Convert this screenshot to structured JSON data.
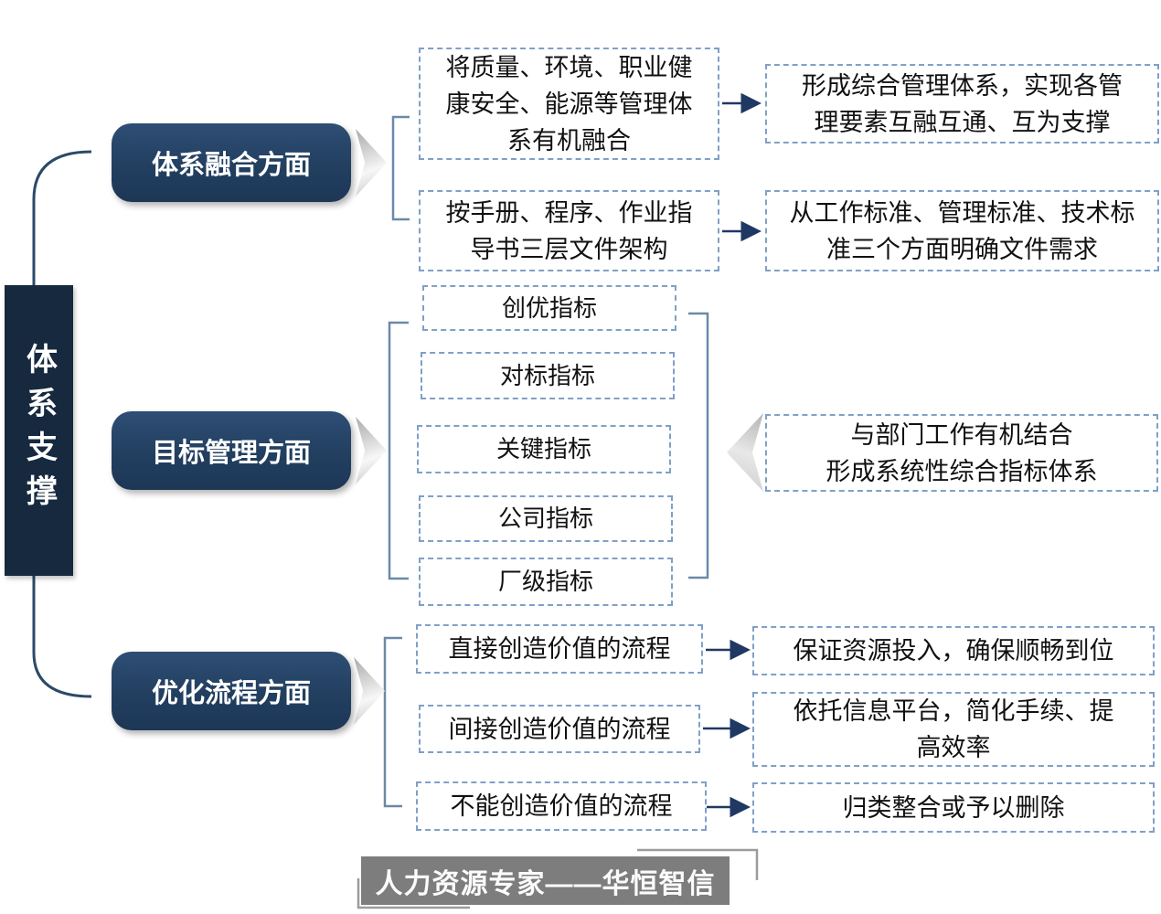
{
  "root": {
    "label": "体系支撑"
  },
  "sections": {
    "integration": {
      "label": "体系融合方面",
      "rows": [
        {
          "source": "将质量、环境、职业健康安全、能源等管理体系有机融合",
          "result": "形成综合管理体系，实现各管理要素互融互通、互为支撑"
        },
        {
          "source": "按手册、程序、作业指导书三层文件架构",
          "result": "从工作标准、管理标准、技术标准三个方面明确文件需求"
        }
      ]
    },
    "goals": {
      "label": "目标管理方面",
      "indicators": [
        "创优指标",
        "对标指标",
        "关键指标",
        "公司指标",
        "厂级指标"
      ],
      "result_line1": "与部门工作有机结合",
      "result_line2": "形成系统性综合指标体系"
    },
    "process": {
      "label": "优化流程方面",
      "rows": [
        {
          "source": "直接创造价值的流程",
          "result": "保证资源投入，确保顺畅到位"
        },
        {
          "source": "间接创造价值的流程",
          "result": "依托信息平台，简化手续、提高效率"
        },
        {
          "source": "不能创造价值的流程",
          "result": "归类整合或予以删除"
        }
      ]
    }
  },
  "footer": {
    "brand": "人力资源专家——华恒智信"
  },
  "colors": {
    "navy_box": "#223f60",
    "dark_navy_box": "#16293f",
    "connector": "#2c4a68",
    "bracket": "#6b89a8",
    "arrow": "#1f3864",
    "dashed_border": "#7fa0c8",
    "footer_gray": "#7d7d7d"
  }
}
